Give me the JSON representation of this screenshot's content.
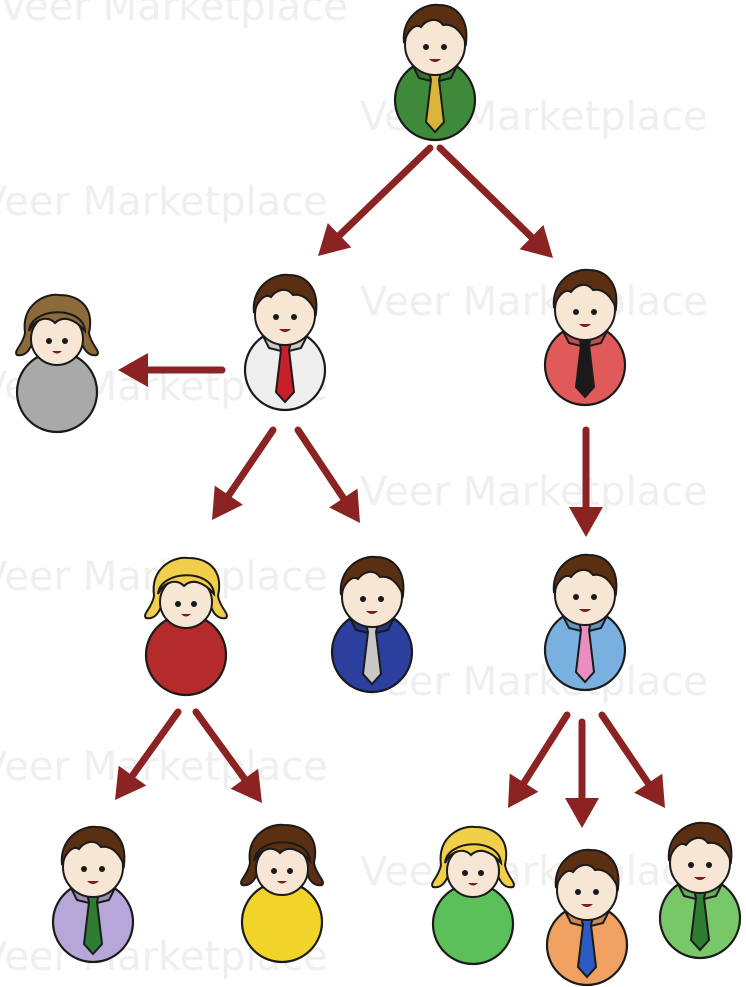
{
  "diagram": {
    "watermark_text": "Veer Marketplace",
    "arrow_color": "#8b2323",
    "people": [
      {
        "id": "boss",
        "kind": "man",
        "hair": "brown",
        "shirt": "#3f8a3a",
        "tie": "#d8b43a"
      },
      {
        "id": "left-mgr",
        "kind": "man",
        "hair": "brown",
        "shirt": "#eeeeee",
        "tie": "#c8202a"
      },
      {
        "id": "right-mgr",
        "kind": "man",
        "hair": "brown",
        "shirt": "#e05a5a",
        "tie": "#1a1a1a"
      },
      {
        "id": "side-woman",
        "kind": "woman",
        "hair": "olive-brown",
        "shirt": "#a9a9a9"
      },
      {
        "id": "mid-woman",
        "kind": "woman",
        "hair": "blonde",
        "shirt": "#b52a2a"
      },
      {
        "id": "mid-man-blue",
        "kind": "man",
        "hair": "brown",
        "shirt": "#2a3f9e",
        "tie": "#c8c8c8"
      },
      {
        "id": "mid-man-lb",
        "kind": "man",
        "hair": "brown",
        "shirt": "#7ab0e0",
        "tie": "#e88ec0"
      },
      {
        "id": "leaf-purple",
        "kind": "man",
        "hair": "brown",
        "shirt": "#b7a6d8",
        "tie": "#2f7d32"
      },
      {
        "id": "leaf-yellow",
        "kind": "woman",
        "hair": "brown",
        "shirt": "#f2d32a"
      },
      {
        "id": "leaf-green-w",
        "kind": "woman",
        "hair": "blonde",
        "shirt": "#5cc05a"
      },
      {
        "id": "leaf-orange",
        "kind": "man",
        "hair": "brown",
        "shirt": "#f0a060",
        "tie": "#2e5bc2"
      },
      {
        "id": "leaf-green-m",
        "kind": "man",
        "hair": "brown",
        "shirt": "#78c86a",
        "tie": "#2f7d32"
      }
    ]
  }
}
